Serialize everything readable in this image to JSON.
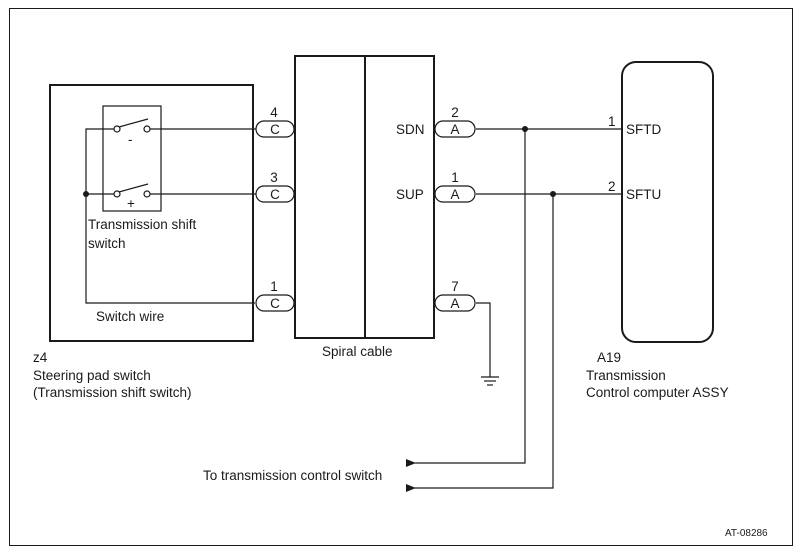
{
  "steering_pad_switch": {
    "code": "z4",
    "name": "Steering pad switch",
    "sub_name": "(Transmission shift switch)",
    "shift_switch_label_1": "Transmission shift",
    "shift_switch_label_2": "switch",
    "minus_symbol": "-",
    "plus_symbol": "+",
    "switch_wire_label": "Switch wire"
  },
  "spiral_cable": {
    "label": "Spiral cable",
    "left_pins": [
      {
        "pin": "4",
        "connector": "C"
      },
      {
        "pin": "3",
        "connector": "C"
      },
      {
        "pin": "1",
        "connector": "C"
      }
    ],
    "right_pins": [
      {
        "pin": "2",
        "connector": "A",
        "signal": "SDN"
      },
      {
        "pin": "1",
        "connector": "A",
        "signal": "SUP"
      },
      {
        "pin": "7",
        "connector": "A"
      }
    ]
  },
  "ecu": {
    "code": "A19",
    "name_1": "Transmission",
    "name_2": "Control computer ASSY",
    "pins": [
      {
        "pin": "1",
        "signal": "SFTD"
      },
      {
        "pin": "2",
        "signal": "SFTU"
      }
    ]
  },
  "to_control_switch_label": "To transmission control switch",
  "figure_id": "AT-08286",
  "colors": {
    "line": "#1a1a1a",
    "background": "#ffffff"
  }
}
